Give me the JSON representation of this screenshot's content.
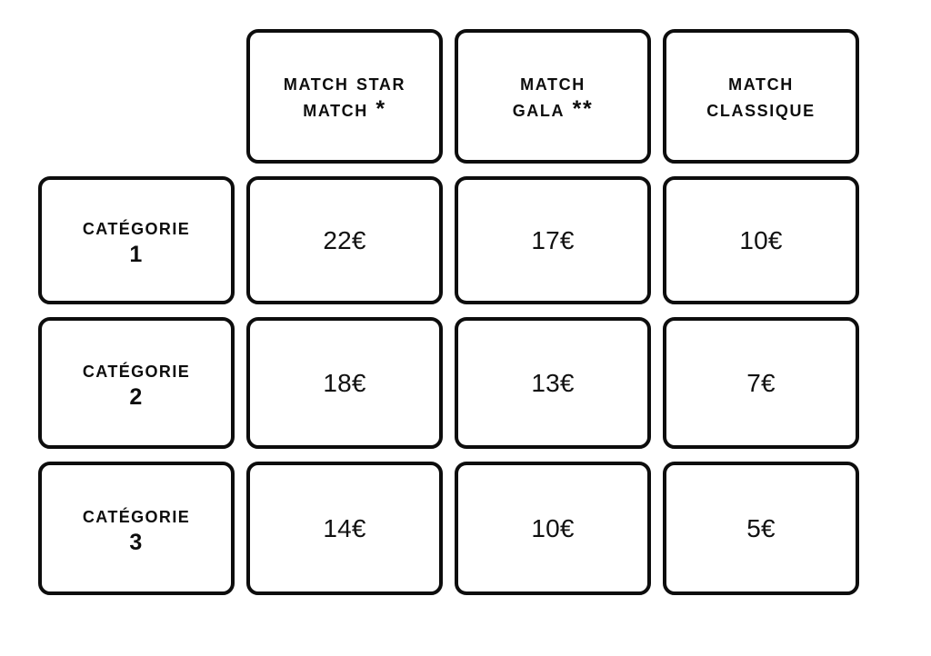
{
  "table": {
    "corner_cell_label": "",
    "column_headers": [
      {
        "id": "match-star-match",
        "label": "Match star\nMatch *"
      },
      {
        "id": "match-gala",
        "label": "Match\nGALA **"
      },
      {
        "id": "match-classique",
        "label": "Match\nClassique"
      }
    ],
    "row_headers": [
      {
        "id": "categorie-1",
        "label": "Catégorie\n1"
      },
      {
        "id": "categorie-2",
        "label": "Catégorie\n2"
      },
      {
        "id": "categorie-3",
        "label": "Catégorie\n3"
      }
    ],
    "prices": [
      [
        "22€",
        "17€",
        "10€"
      ],
      [
        "18€",
        "13€",
        "7€"
      ],
      [
        "14€",
        "10€",
        "5€"
      ]
    ],
    "colors": {
      "background": "#ffffff",
      "border": "#0d0d0d",
      "text": "#111111"
    }
  }
}
